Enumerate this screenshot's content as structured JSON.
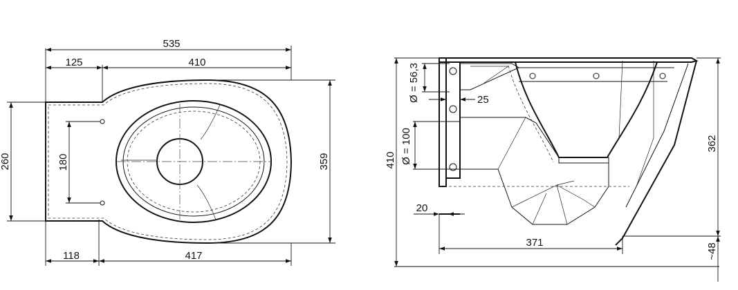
{
  "top_view": {
    "overall_length": "535",
    "seat_section": "125",
    "bowl_section": "410",
    "mount_width": "260",
    "bolt_spacing": "180",
    "overall_width": "359",
    "base_section": "118",
    "base_length": "417"
  },
  "side_view": {
    "overall_height": "410",
    "pipe_diameter_top": "Ø = 56,3",
    "offset_25": "25",
    "pipe_diameter_outlet": "Ø = 100",
    "offset_20": "20",
    "depth": "371",
    "rim_height": "362",
    "floor_offset": "~48"
  }
}
